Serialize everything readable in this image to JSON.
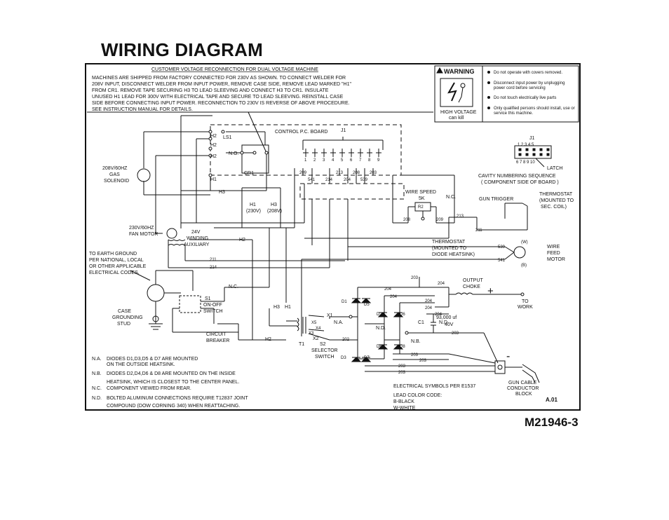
{
  "title": "WIRING DIAGRAM",
  "diagram_code": "M21946-3",
  "revision": "A.01",
  "reconnection": {
    "heading": "CUSTOMER VOLTAGE RECONNECTION FOR DUAL VOLTAGE MACHINE",
    "lines": [
      "MACHINES ARE SHIPPED FROM FACTORY CONNECTED FOR 230V AS SHOWN.  TO CONNECT WELDER FOR",
      "208V INPUT,  DISCONNECT WELDER FROM INPUT POWER, REMOVE CASE SIDE, REMOVE LEAD MARKED \"H1\"",
      "FROM CR1.  REMOVE TAPE SECURING H3 TO LEAD SLEEVING AND CONNECT H3 TO CR1.  INSULATE",
      "UNUSED H1 LEAD FOR 300V WITH ELECTRICAL TAPE AND SECURE TO LEAD SLEEVING.  REINSTALL CASE",
      "SIDE BEFORE CONNECTING INPUT POWER.  RECONNECTION TO 230V IS REVERSE OF ABOVE PROCEDURE.",
      "SEE INSTRUCTION MANUAL FOR DETAILS."
    ]
  },
  "warning": {
    "heading": "WARNING",
    "caption_1": "HIGH VOLTAGE",
    "caption_2": "can kill",
    "bullets": [
      [
        "Do not operate with covers removed."
      ],
      [
        "Disconnect input power by unplugging",
        "power cord before servicing"
      ],
      [
        "Do not touch electrically live parts"
      ],
      [
        "Only qualified persons should install, use or",
        "service this machine."
      ]
    ]
  },
  "components": {
    "gas_solenoid": [
      "208V/60HZ",
      "GAS",
      "SOLENOID"
    ],
    "fan_motor": [
      "230V/60HZ",
      "FAN MOTOR"
    ],
    "winding": [
      "24V",
      "WINDING",
      "AUXILIARY"
    ],
    "earth_ground": [
      "TO EARTH GROUND",
      "PER NATIONAL, LOCAL",
      "OR OTHER APPLICABLE",
      "ELECTRICAL CODES."
    ],
    "case_ground": [
      "CASE",
      "GROUNDING",
      "STUD"
    ],
    "switch_s1": [
      "S1",
      "ON-OFF",
      "SWITCH"
    ],
    "breaker": [
      "CIRCUIT",
      "BREAKER"
    ],
    "control_board": "CONTROL P.C. BOARD",
    "cavity": [
      "CAVITY NUMBERING SEQUENCE",
      "( COMPONENT SIDE OF BOARD )"
    ],
    "latch": "LATCH",
    "wire_speed": "WIRE SPEED",
    "pot_value": "5K",
    "pot_name": "R2",
    "gun_trigger": "GUN TRIGGER",
    "thermostat_coil": [
      "THERMOSTAT",
      "(MOUNTED TO",
      "SEC. COIL)"
    ],
    "thermostat_heatsink": [
      "THERMOSTAT",
      "(MOUNTED TO",
      "DIODE HEATSINK)"
    ],
    "wire_feed_motor": [
      "WIRE",
      "FEED",
      "MOTOR"
    ],
    "output_choke": [
      "OUTPUT",
      "CHOKE"
    ],
    "to_work": [
      "TO",
      "WORK"
    ],
    "capacitor": [
      "93,000   uf",
      "40V"
    ],
    "selector": [
      "S2",
      "SELECTOR",
      "SWITCH"
    ],
    "gun_block": [
      "GUN CABLE",
      "CONDUCTOR",
      "BLOCK"
    ],
    "cr1": "CR1",
    "c1": "C1",
    "t1": "T1",
    "s1_nc": "N.C.",
    "h1_230": [
      "H1",
      "(230V)"
    ],
    "h3_208": [
      "H3",
      "(208V)"
    ]
  },
  "labels": {
    "LS1": "LS1",
    "H1": "H1",
    "H2": "H2",
    "H3": "H3",
    "NO": "N.O.",
    "NC": "N.C.",
    "NA": "N.A.",
    "ND": "N.D.",
    "NB": "N.B.",
    "J1": "J1",
    "W": "(W)",
    "B": "(B)",
    "X1": "X1",
    "X2": "X2",
    "X3": "X3",
    "X4": "X4",
    "X5": "X5",
    "D1": "D1",
    "D2": "D2",
    "D3": "D3",
    "D4": "D4",
    "D5": "D5",
    "D6": "D6",
    "D7": "D7",
    "D8": "D8",
    "plus": "+",
    "minus": "-"
  },
  "pins": [
    "1",
    "2",
    "3",
    "4",
    "5",
    "6",
    "7",
    "8",
    "9"
  ],
  "j1_top": "1  2  3  4  5",
  "j1_bottom": "6  7  8  9  10",
  "wires": {
    "209": "209",
    "213": "213",
    "208": "208",
    "203": "203",
    "541": "541",
    "214": "214",
    "204": "204",
    "539": "539",
    "211": "211",
    "202": "202"
  },
  "notes": [
    {
      "key": "N.A.",
      "lines": [
        "DIODES D1,D3,D5 & D7 ARE MOUNTED",
        "ON THE OUTSIDE HEATSINK."
      ]
    },
    {
      "key": "N.B.",
      "lines": [
        "DIODES D2,D4,D6 & D8 ARE MOUNTED ON THE INSIDE",
        "HEATSINK, WHICH IS CLOSEST TO THE CENTER PANEL."
      ]
    },
    {
      "key": "N.C.",
      "lines": [
        "COMPONENT VIEWED FROM REAR."
      ]
    },
    {
      "key": "N.D.",
      "lines": [
        "BOLTED ALUMINUM CONNECTIONS REQUIRE T12837 JOINT",
        "COMPOUND (DOW CORNING 340)  WHEN REATTACHING."
      ]
    }
  ],
  "legend": {
    "symbols": "ELECTRICAL SYMBOLS PER E1537",
    "color_code": "LEAD COLOR CODE:",
    "black": "B-BLACK",
    "white": "W-WHITE"
  }
}
